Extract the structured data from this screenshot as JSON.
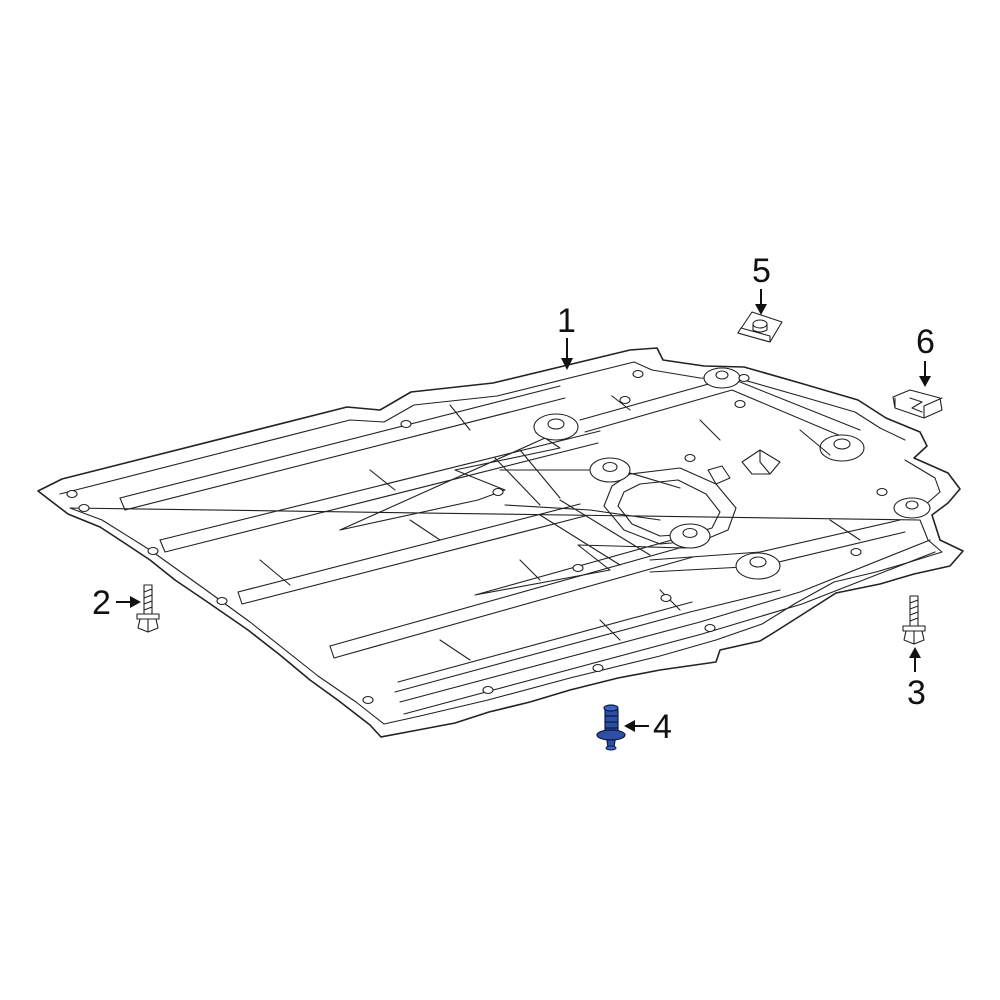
{
  "accent_color": "#2e4fa3",
  "line_color": "#222222",
  "callouts": [
    {
      "id": "1",
      "part": "skid-plate-shield"
    },
    {
      "id": "2",
      "part": "bolt-left"
    },
    {
      "id": "3",
      "part": "bolt-right"
    },
    {
      "id": "4",
      "part": "push-clip-highlighted"
    },
    {
      "id": "5",
      "part": "u-nut"
    },
    {
      "id": "6",
      "part": "retainer-clip"
    }
  ]
}
